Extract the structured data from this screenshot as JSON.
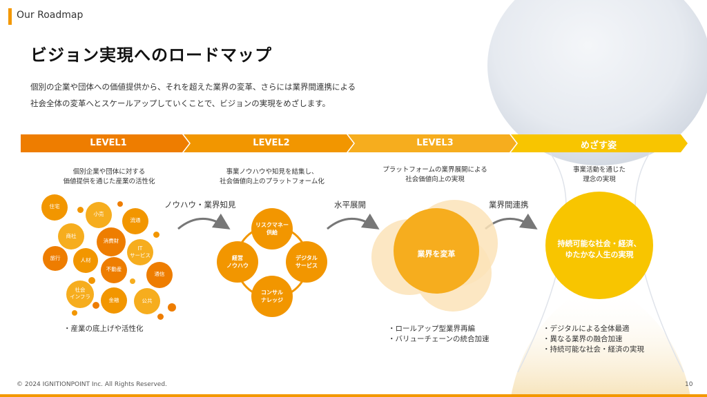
{
  "header": {
    "section_label": "Our Roadmap"
  },
  "title": "ビジョン実現へのロードマップ",
  "intro": [
    "個別の企業や団体への価値提供から、それを超えた業界の変革、さらには業界間連携による",
    "社会全体の変革へとスケールアップしていくことで、ビジョンの実現をめざします。"
  ],
  "steps": [
    {
      "label": "LEVEL1",
      "color": "#ee7d00",
      "desc": [
        "個別企業や団体に対する",
        "価値提供を通じた産業の活性化"
      ]
    },
    {
      "label": "LEVEL2",
      "color": "#f29600",
      "desc": [
        "事業ノウハウや知見を結集し、",
        "社会価値向上のプラットフォーム化"
      ]
    },
    {
      "label": "LEVEL3",
      "color": "#f6ad1e",
      "desc": [
        "プラットフォームの業界展開による",
        "社会価値向上の実現"
      ]
    },
    {
      "label": "めざす姿",
      "color": "#f8c500",
      "desc": [
        "事業活動を通じた",
        "理念の実現"
      ]
    }
  ],
  "transitions": [
    "ノウハウ・業界知見",
    "水平展開",
    "業界間連携"
  ],
  "level1": {
    "industries": [
      "住宅",
      "小売",
      "流通",
      "商社",
      "消費財",
      "IT\nサービス",
      "旅行",
      "人材",
      "不動産",
      "通信",
      "社会\nインフラ",
      "金融",
      "公共"
    ],
    "bullets": [
      "産業の底上げや活性化"
    ]
  },
  "level2": {
    "nodes": [
      "リスクマネー\n供給",
      "経営\nノウハウ",
      "デジタル\nサービス",
      "コンサル\nナレッジ"
    ]
  },
  "level3": {
    "center": "業界を変革",
    "bullets": [
      "ロールアップ型業界再編",
      "バリューチェーンの統合加速"
    ]
  },
  "goal": {
    "center": [
      "持続可能な社会・経済、",
      "ゆたかな人生の実現"
    ],
    "bullets": [
      "デジタルによる全体最適",
      "異なる業界の融合加速",
      "持続可能な社会・経済の実現"
    ]
  },
  "footer": {
    "copyright": "© 2024 IGNITIONPOINT Inc. All Rights Reserved.",
    "page_number": "10"
  }
}
